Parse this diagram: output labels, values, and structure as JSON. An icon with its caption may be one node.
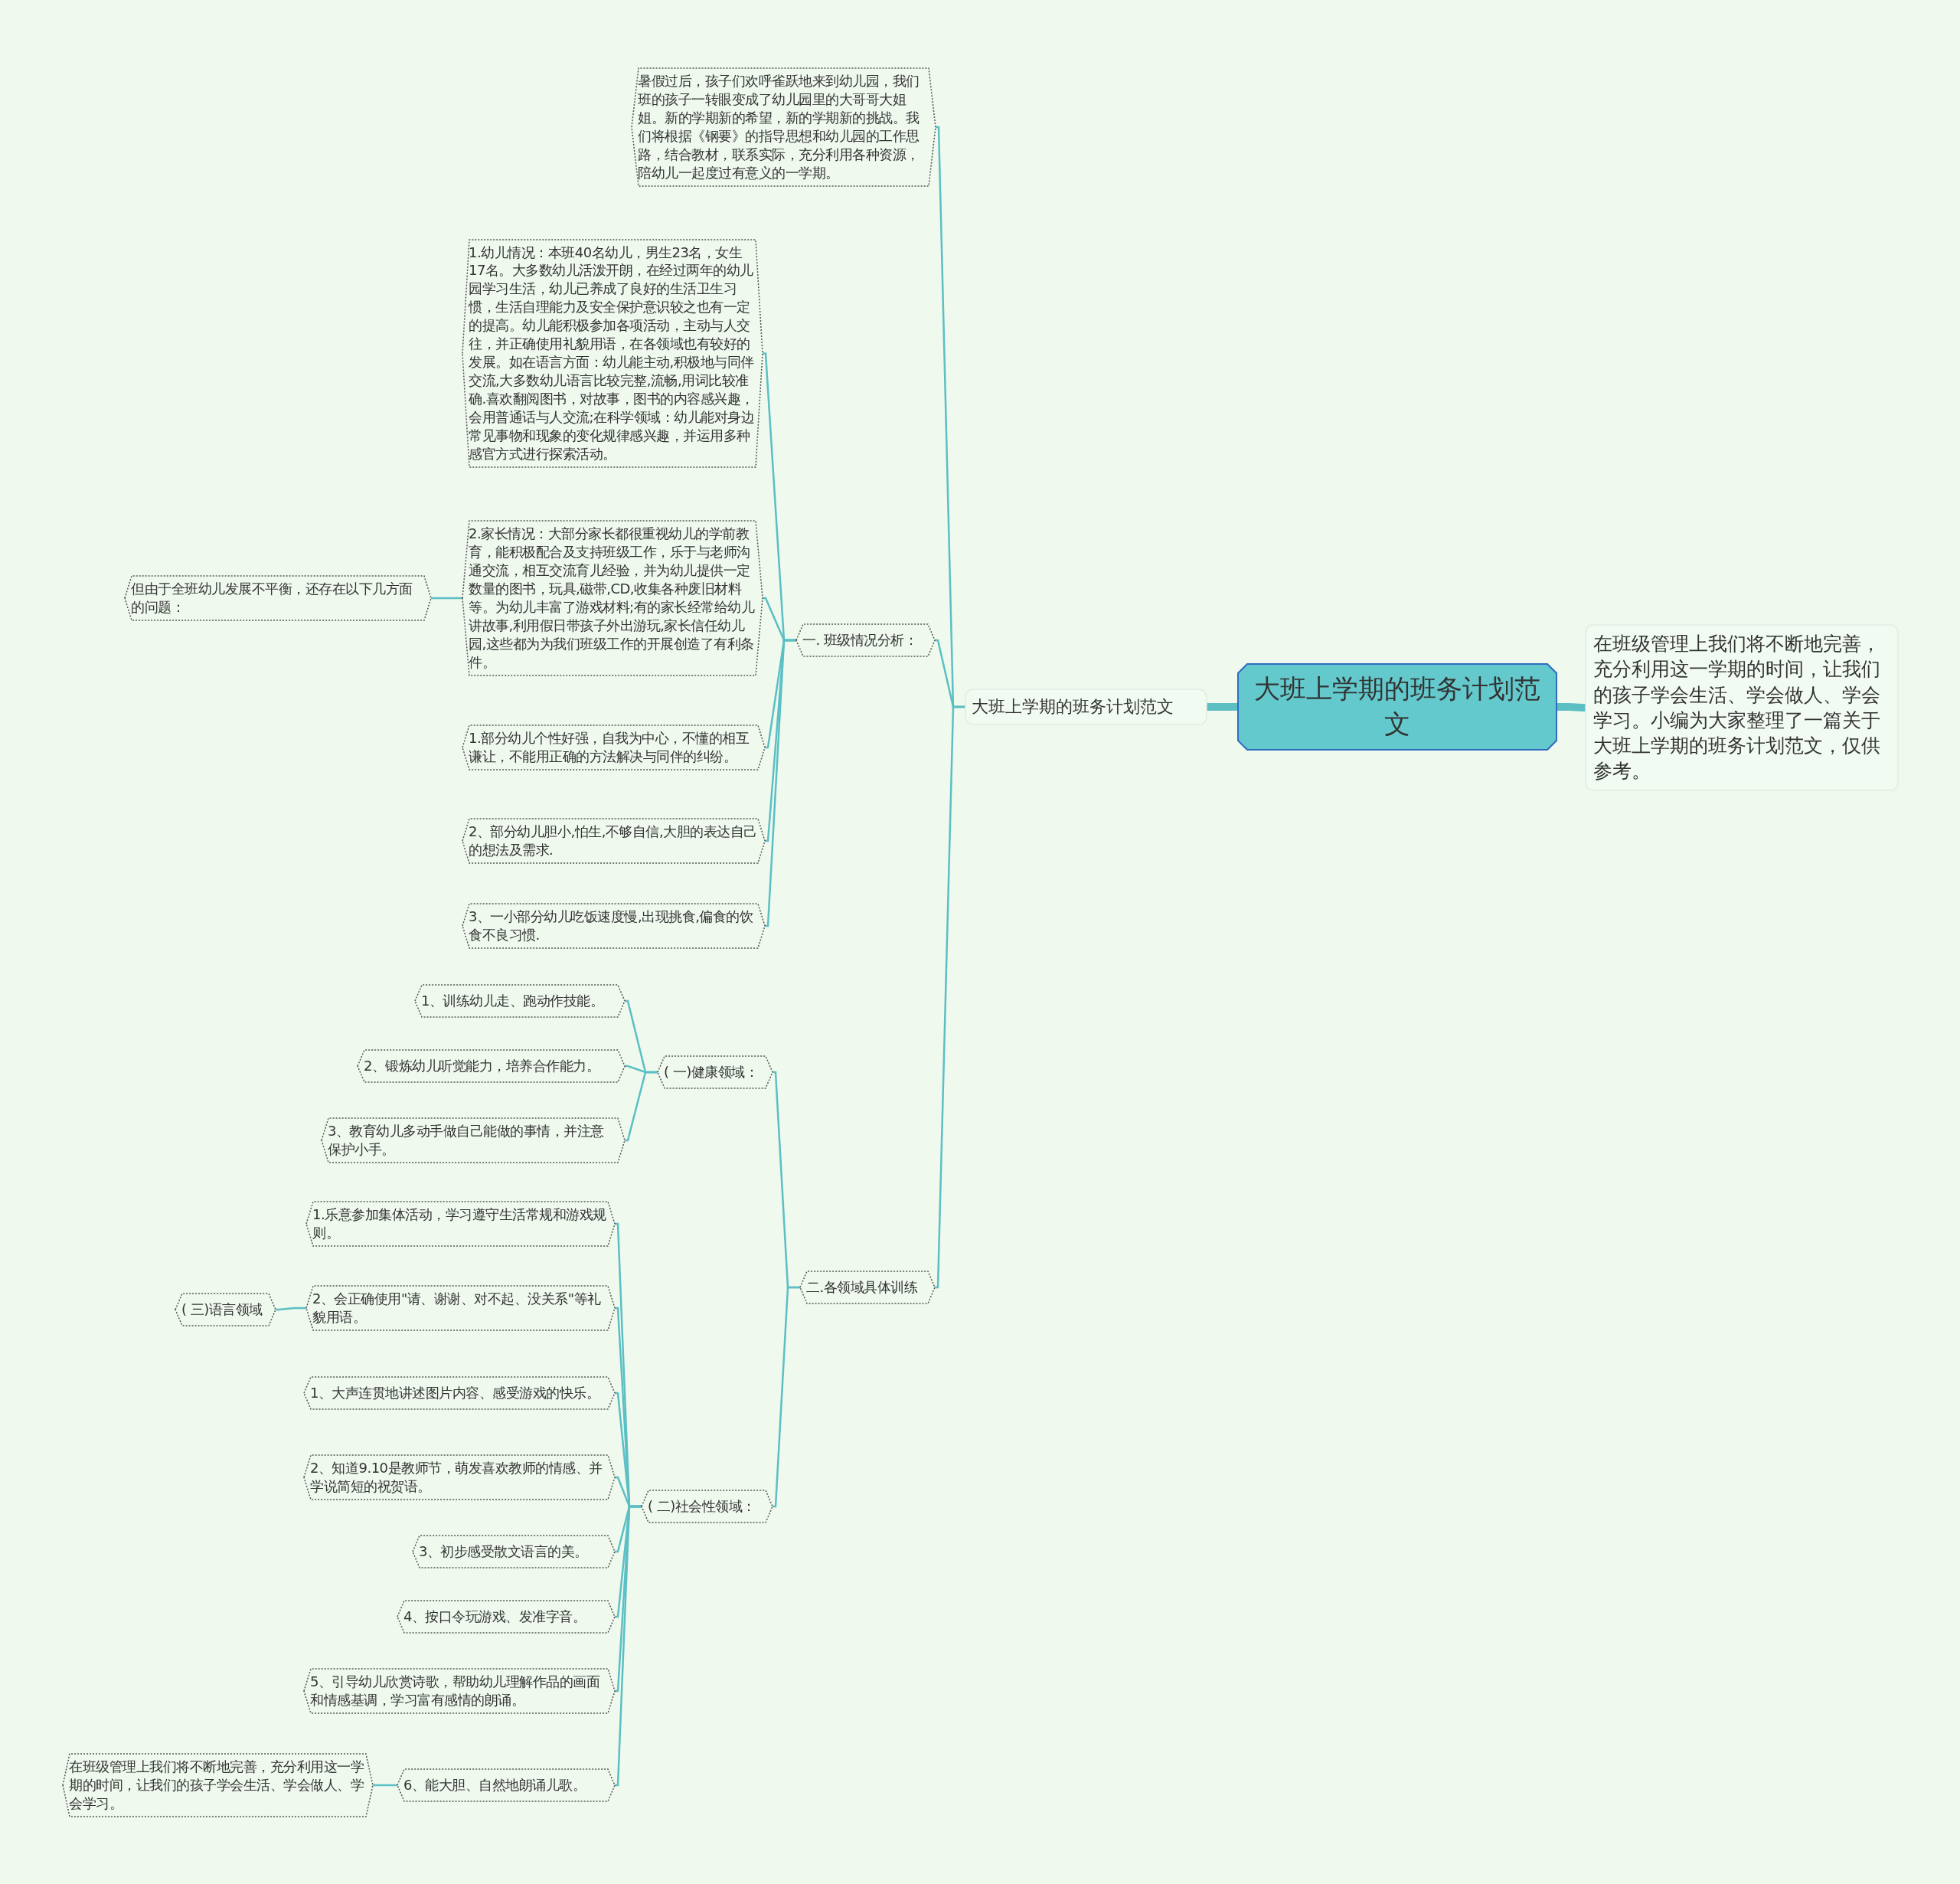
{
  "diagram": {
    "nodes": [
      {
        "text": [
          "大班上学期的班务计划范文"
        ]
      },
      {
        "text": [
          "在班级管理上我们将不断地完善，充分利用这一学期的时间，让我们的孩子学会生活、学会做人、学会学习。小编为大家整理了一篇关于大班上学期的班务计划范文，仅供参考。"
        ]
      },
      {
        "text": [
          "大班上学期的班务计划范文"
        ]
      },
      {
        "text": [
          "暑假过后，孩子们欢呼雀跃地来到幼儿园，我们班的孩子一转眼变成了幼儿园里的大哥哥大姐姐。新的学期新的希望，新的学期新的挑战。我们将根据《钢要》的指导思想和幼儿园的工作思路，结合教材，联系实际，充分利用各种资源，陪幼儿一起度过有意义的一学期。"
        ]
      },
      {
        "text": [
          "一. 班级情况分析："
        ]
      },
      {
        "text": [
          "1.幼儿情况：本班40名幼儿，男生23名，女生17名。大多数幼儿活泼开朗，在经过两年的幼儿园学习生活，幼儿已养成了良好的生活卫生习惯，生活自理能力及安全保护意识较之也有一定的提高。幼儿能积极参加各项活动，主动与人交往，并正确使用礼貌用语，在各领域也有较好的发展。如在语言方面：幼儿能主动,积极地与同伴交流,大多数幼儿语言比较完整,流畅,用词比较准确.喜欢翻阅图书，对故事，图书的内容感兴趣，会用普通话与人交流;在科学领域：幼儿能对身边常见事物和现象的变化规律感兴趣，并运用多种感官方式进行探索活动。"
        ]
      },
      {
        "text": [
          "2.家长情况：大部分家长都很重视幼儿的学前教育，能积极配合及支持班级工作，乐于与老师沟通交流，相互交流育儿经验，并为幼儿提供一定数量的图书，玩具,磁带,CD,收集各种废旧材料等。为幼儿丰富了游戏材料;有的家长经常给幼儿讲故事,利用假日带孩子外出游玩,家长信任幼儿园,这些都为为我们班级工作的开展创造了有利条件。"
        ]
      },
      {
        "text": [
          "但由于全班幼儿发展不平衡，还存在以下几方面的问题："
        ]
      },
      {
        "text": [
          "1.部分幼儿个性好强，自我为中心，不懂的相互谦让，不能用正确的方法解决与同伴的纠纷。"
        ]
      },
      {
        "text": [
          "2、部分幼儿胆小,怕生,不够自信,大胆的表达自己的想法及需求."
        ]
      },
      {
        "text": [
          "3、一小部分幼儿吃饭速度慢,出现挑食,偏食的饮食不良习惯."
        ]
      },
      {
        "text": [
          "二.各领域具体训练"
        ]
      },
      {
        "text": [
          "( 一)健康领域："
        ]
      },
      {
        "text": [
          "1、训练幼儿走、跑动作技能。"
        ]
      },
      {
        "text": [
          "2、锻炼幼儿听觉能力，培养合作能力。"
        ]
      },
      {
        "text": [
          "3、教育幼儿多动手做自己能做的事情，并注意保护小手。"
        ]
      },
      {
        "text": [
          "( 二)社会性领域："
        ]
      },
      {
        "text": [
          "1.乐意参加集体活动，学习遵守生活常规和游戏规则。"
        ]
      },
      {
        "text": [
          "2、会正确使用\"请、谢谢、对不起、没关系\"等礼貌用语。"
        ]
      },
      {
        "text": [
          "( 三)语言领域"
        ]
      },
      {
        "text": [
          "1、大声连贯地讲述图片内容、感受游戏的快乐。"
        ]
      },
      {
        "text": [
          "2、知道9.10是教师节，萌发喜欢教师的情感、并学说简短的祝贺语。"
        ]
      },
      {
        "text": [
          "3、初步感受散文语言的美。"
        ]
      },
      {
        "text": [
          "4、按口令玩游戏、发准字音。"
        ]
      },
      {
        "text": [
          "5、引导幼儿欣赏诗歌，帮助幼儿理解作品的画面和情感基调，学习富有感情的朗诵。"
        ]
      },
      {
        "text": [
          "6、能大胆、自然地朗诵儿歌。"
        ]
      },
      {
        "text": [
          "在班级管理上我们将不断地完善，充分利用这一学期的时间，让我们的孩子学会生活、学会做人、学会学习。"
        ]
      }
    ],
    "edges": [
      {
        "from": 0,
        "to": 1,
        "arrow": "none",
        "style": "thick"
      },
      {
        "from": 0,
        "to": 2,
        "arrow": "none",
        "style": "thick"
      },
      {
        "from": 2,
        "to": 3,
        "arrow": "none"
      },
      {
        "from": 2,
        "to": 4,
        "arrow": "none"
      },
      {
        "from": 2,
        "to": 11,
        "arrow": "none"
      },
      {
        "from": 4,
        "to": 5,
        "arrow": "none"
      },
      {
        "from": 4,
        "to": 6,
        "arrow": "none"
      },
      {
        "from": 4,
        "to": 8,
        "arrow": "none"
      },
      {
        "from": 4,
        "to": 9,
        "arrow": "none"
      },
      {
        "from": 4,
        "to": 10,
        "arrow": "none"
      },
      {
        "from": 6,
        "to": 7,
        "arrow": "none"
      },
      {
        "from": 11,
        "to": 12,
        "arrow": "none"
      },
      {
        "from": 11,
        "to": 16,
        "arrow": "none"
      },
      {
        "from": 12,
        "to": 13,
        "arrow": "none"
      },
      {
        "from": 12,
        "to": 14,
        "arrow": "none"
      },
      {
        "from": 12,
        "to": 15,
        "arrow": "none"
      },
      {
        "from": 16,
        "to": 17,
        "arrow": "none"
      },
      {
        "from": 16,
        "to": 18,
        "arrow": "none"
      },
      {
        "from": 16,
        "to": 20,
        "arrow": "none"
      },
      {
        "from": 16,
        "to": 21,
        "arrow": "none"
      },
      {
        "from": 16,
        "to": 22,
        "arrow": "none"
      },
      {
        "from": 16,
        "to": 23,
        "arrow": "none"
      },
      {
        "from": 16,
        "to": 24,
        "arrow": "none"
      },
      {
        "from": 16,
        "to": 25,
        "arrow": "none"
      },
      {
        "from": 18,
        "to": 19,
        "arrow": "none"
      },
      {
        "from": 25,
        "to": 26,
        "arrow": "none"
      }
    ]
  }
}
